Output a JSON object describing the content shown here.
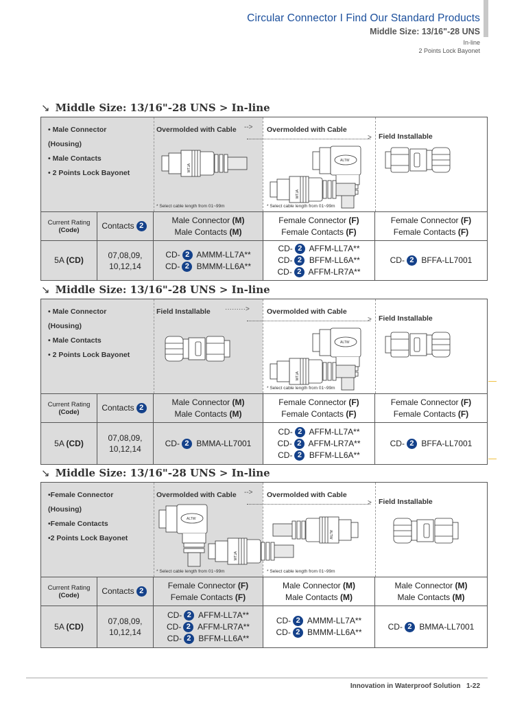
{
  "header": {
    "title": "Circular Connector I Find Our Standard Products",
    "subtitle": "Middle Size: 13/16\"-28 UNS",
    "line3": "In-line",
    "line4": "2 Points Lock Bayonet"
  },
  "footer": {
    "text": "Innovation in Waterproof Solution",
    "page": "1-22"
  },
  "badge_color": "#14418a",
  "sections": [
    {
      "title": "Middle Size: 13/16\"-28 UNS > In-line",
      "features": [
        "• Male Connector",
        "(Housing)",
        "• Male Contacts",
        "• 2 Points Lock Bayonet"
      ],
      "col3_caption": "Overmolded with Cable",
      "col4_caption": "Overmolded with Cable",
      "col5_caption": "Field Installable",
      "note": "* Select cable length from 01~99m",
      "headers": {
        "rating": "Current Rating",
        "rating_code": "(Code)",
        "contacts": "Contacts",
        "col3_l1": "Male Connector",
        "col3_l1b": "(M)",
        "col3_l2": "Male Contacts",
        "col3_l2b": "(M)",
        "col4_l1": "Female Connector",
        "col4_l1b": "(F)",
        "col4_l2": "Female Contacts",
        "col4_l2b": "(F)",
        "col5_l1": "Female Connector",
        "col5_l1b": "(F)",
        "col5_l2": "Female Contacts",
        "col5_l2b": "(F)"
      },
      "row": {
        "rating": "5A",
        "code": "(CD)",
        "contacts_l1": "07,08,09,",
        "contacts_l2": "10,12,14",
        "col3": [
          "AMMM-LL7A**",
          "BMMM-LL6A**"
        ],
        "col4": [
          "AFFM-LL7A**",
          "BFFM-LL6A**",
          "AFFM-LR7A**"
        ],
        "col5": [
          "BFFA-LL7001"
        ]
      }
    },
    {
      "title": "Middle Size: 13/16\"-28 UNS > In-line",
      "features": [
        "• Male Connector",
        "(Housing)",
        "• Male Contacts",
        "• 2 Points Lock Bayonet"
      ],
      "col3_caption": "Field Installable",
      "col4_caption": "Overmolded with Cable",
      "col5_caption": "Field Installable",
      "note": "* Select cable length from 01~99m",
      "headers": {
        "rating": "Current Rating",
        "rating_code": "(Code)",
        "contacts": "Contacts",
        "col3_l1": "Male Connector",
        "col3_l1b": "(M)",
        "col3_l2": "Male Contacts",
        "col3_l2b": "(M)",
        "col4_l1": "Female Connector",
        "col4_l1b": "(F)",
        "col4_l2": "Female Contacts",
        "col4_l2b": "(F)",
        "col5_l1": "Female Connector",
        "col5_l1b": "(F)",
        "col5_l2": "Female Contacts",
        "col5_l2b": "(F)"
      },
      "row": {
        "rating": "5A",
        "code": "(CD)",
        "contacts_l1": "07,08,09,",
        "contacts_l2": "10,12,14",
        "col3": [
          "BMMA-LL7001"
        ],
        "col4": [
          "AFFM-LL7A**",
          "AFFM-LR7A**",
          "BFFM-LL6A**"
        ],
        "col5": [
          "BFFA-LL7001"
        ]
      }
    },
    {
      "title": "Middle Size: 13/16\"-28 UNS > In-line",
      "features": [
        "•Female Connector",
        "(Housing)",
        "•Female Contacts",
        "•2 Points Lock Bayonet"
      ],
      "col3_caption": "Overmolded with Cable",
      "col4_caption": "Overmolded with Cable",
      "col5_caption": "Field Installable",
      "note": "* Select cable length from 01~99m",
      "headers": {
        "rating": "Current Rating",
        "rating_code": "(Code)",
        "contacts": "Contacts",
        "col3_l1": "Female Connector",
        "col3_l1b": "(F)",
        "col3_l2": "Female Contacts",
        "col3_l2b": "(F)",
        "col4_l1": "Male Connector",
        "col4_l1b": "(M)",
        "col4_l2": "Male Contacts",
        "col4_l2b": "(M)",
        "col5_l1": "Male Connector",
        "col5_l1b": "(M)",
        "col5_l2": "Male Contacts",
        "col5_l2b": "(M)"
      },
      "row": {
        "rating": "5A",
        "code": "(CD)",
        "contacts_l1": "07,08,09,",
        "contacts_l2": "10,12,14",
        "col3": [
          "AFFM-LL7A**",
          "AFFM-LR7A**",
          "BFFM-LL6A**"
        ],
        "col4": [
          "AMMM-LL7A**",
          "BMMM-LL6A**"
        ],
        "col5": [
          "BMMA-LL7001"
        ]
      }
    }
  ],
  "part_prefix": "CD-",
  "badge_number": "2"
}
